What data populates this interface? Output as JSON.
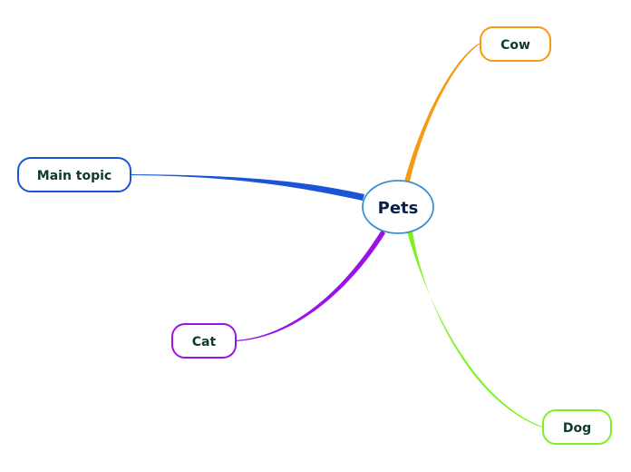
{
  "central": {
    "label": "Pets",
    "stroke_color": "#3a8fd0",
    "text_color": "#0a1f44"
  },
  "topics": [
    {
      "id": "cow",
      "label": "Cow",
      "color": "#f59a12"
    },
    {
      "id": "main-topic",
      "label": "Main topic",
      "color": "#1a55d8"
    },
    {
      "id": "cat",
      "label": "Cat",
      "color": "#9a12e8"
    },
    {
      "id": "dog",
      "label": "Dog",
      "color": "#7ef11f"
    }
  ],
  "topic_text_color": "#0d3b2e"
}
